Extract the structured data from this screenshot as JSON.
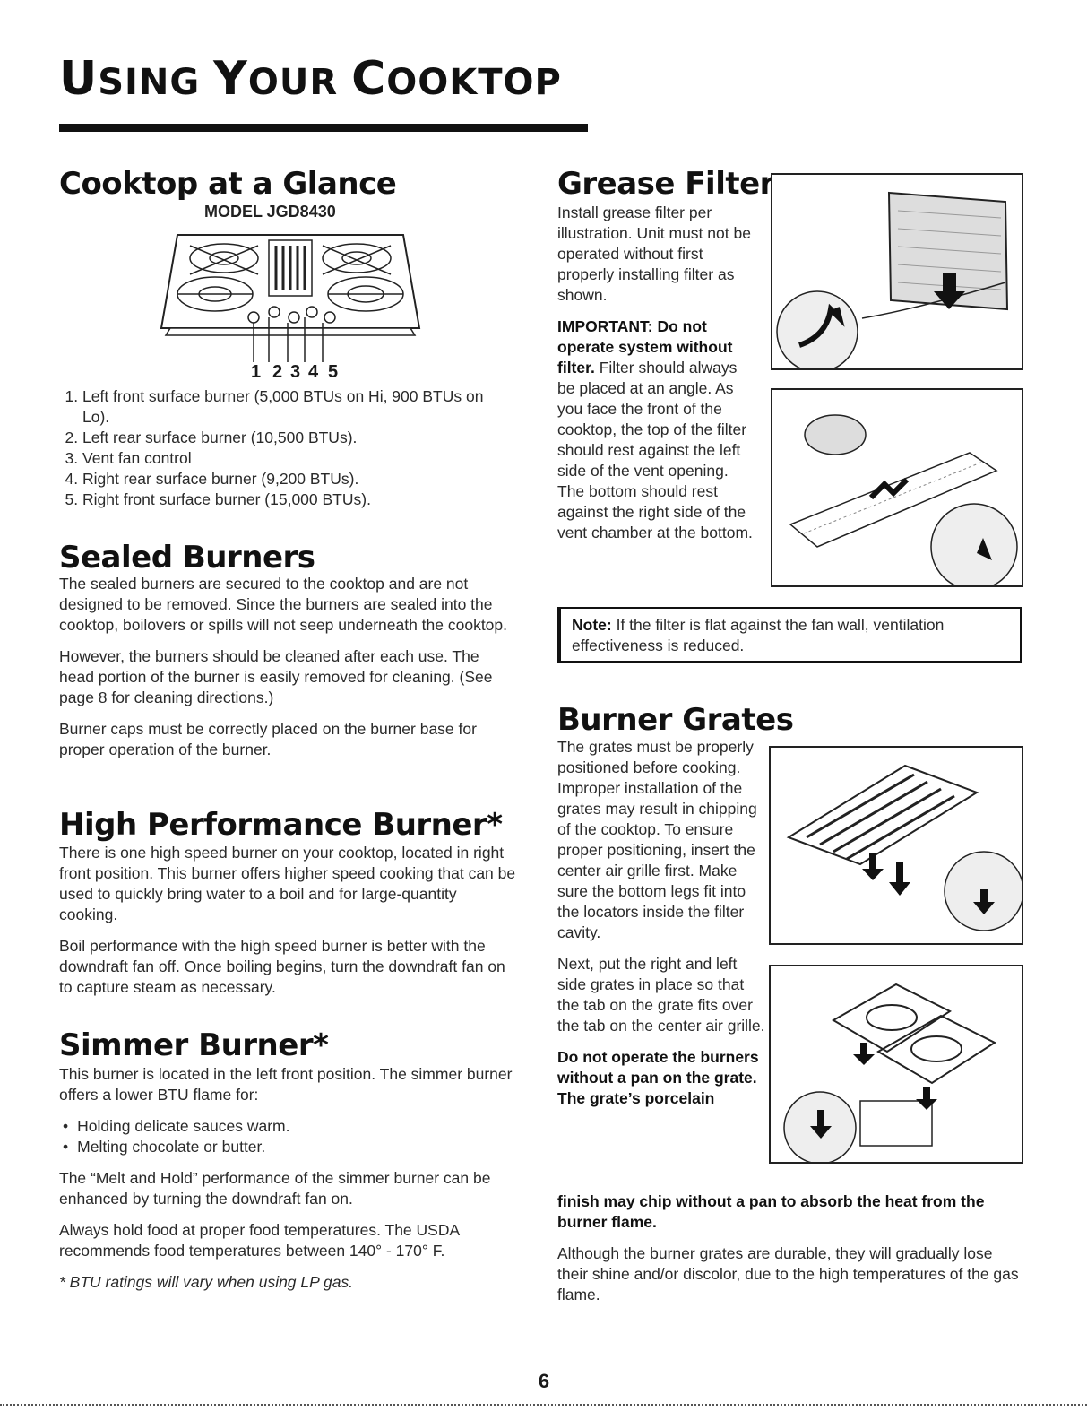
{
  "header": {
    "title_parts": {
      "w1a": "U",
      "w1b": "SING",
      "w2a": "Y",
      "w2b": "OUR",
      "w3a": "C",
      "w3b": "OOKTOP"
    }
  },
  "glance": {
    "heading": "Cooktop at a Glance",
    "model": "MODEL JGD8430",
    "callouts": [
      "1",
      "2",
      "3",
      "4",
      "5"
    ],
    "items": [
      "Left front surface burner (5,000 BTUs on Hi, 900 BTUs on Lo).",
      "Left rear surface burner (10,500 BTUs).",
      "Vent fan control",
      "Right rear surface burner (9,200 BTUs).",
      "Right front surface burner (15,000 BTUs)."
    ]
  },
  "sealed": {
    "heading": "Sealed Burners",
    "p1": "The sealed burners are secured to the cooktop and are not designed to be removed.  Since the burners are sealed into the cooktop, boilovers or spills will not seep underneath the cooktop.",
    "p2": "However, the burners should be cleaned after each use. The head portion of the burner is easily removed for cleaning. (See page 8 for cleaning directions.)",
    "p3": "Burner caps must be correctly placed on the burner base for proper operation of the burner."
  },
  "high_perf": {
    "heading": "High Performance Burner*",
    "p1": "There is one high speed burner on your cooktop, located in right front position. This burner offers higher speed cooking that can be used to quickly bring water to a boil and for large-quantity cooking.",
    "p2": "Boil performance with the high speed burner is better with the downdraft fan off. Once boiling begins, turn the downdraft fan on to capture steam as necessary."
  },
  "simmer": {
    "heading": "Simmer Burner*",
    "p1": "This burner is located in the left front position. The simmer burner offers a lower BTU flame for:",
    "bullets": [
      "Holding delicate sauces warm.",
      "Melting chocolate or butter."
    ],
    "p2": "The “Melt and Hold” performance of the simmer burner can be enhanced by turning the downdraft fan on.",
    "p3": "Always hold food at proper food temperatures. The USDA recommends food temperatures between 140° - 170° F.",
    "footnote": "* BTU ratings will vary when using LP gas."
  },
  "grease": {
    "heading": "Grease Filter",
    "p1": "Install grease filter per illustration. Unit must not be operated without first properly installing filter as shown.",
    "important_bold": "IMPORTANT: Do not operate system without filter.",
    "important_rest": " Filter should always be placed at an angle. As you face the front of the cooktop, the top of the filter should rest against the left side of the vent opening. The bottom should rest against the right side of the vent chamber at the bottom."
  },
  "note": {
    "label": "Note:",
    "text": " If the filter is flat against the fan wall, ventilation effectiveness is reduced."
  },
  "grates": {
    "heading": "Burner Grates",
    "p1": "The grates must be properly positioned before cooking. Improper installation of the grates may result in chipping of the cooktop. To ensure proper positioning, insert the center air grille first. Make sure the bottom legs fit into the locators inside the filter cavity.",
    "p2": "Next, put the right and left side grates in place so that the tab on the grate fits over the tab on the center air grille.",
    "warn_a": "Do not operate the burners without a pan on the grate.",
    "warn_b1": "The grate’s porcelain",
    "warn_b2": "finish may chip without a pan to absorb the heat from the burner flame.",
    "p3": "Although the burner grates are durable, they will gradually lose their shine and/or discolor, due to the high temperatures of the gas flame."
  },
  "footer": {
    "page_number": "6"
  }
}
